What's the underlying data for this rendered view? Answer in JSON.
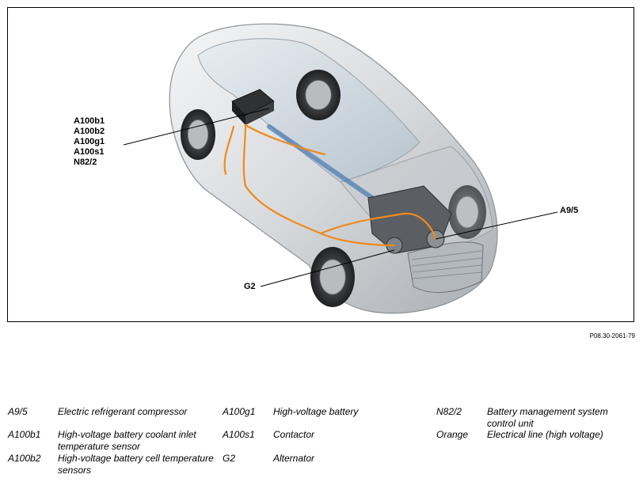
{
  "callouts": {
    "group": [
      "A100b1",
      "A100b2",
      "A100g1",
      "A100s1",
      "N82/2"
    ],
    "a95": "A9/5",
    "g2": "G2"
  },
  "reference_code": "P08.30-2061-79",
  "legend": [
    {
      "code": "A9/5",
      "desc": "Electric refrigerant compressor"
    },
    {
      "code": "A100b1",
      "desc": "High-voltage battery coolant inlet temperature sensor"
    },
    {
      "code": "A100b2",
      "desc": "High-voltage battery cell temperature sensors"
    },
    {
      "code": "A100g1",
      "desc": "High-voltage battery"
    },
    {
      "code": "A100s1",
      "desc": "Contactor"
    },
    {
      "code": "G2",
      "desc": "Alternator"
    },
    {
      "code": "N82/2",
      "desc": "Battery management system control unit"
    },
    {
      "code": "Orange",
      "desc": "Electrical line (high voltage)"
    }
  ],
  "colors": {
    "high_voltage_line": "#f08a1c",
    "car_body": "#d9dcdf",
    "battery": "#3a3a3a"
  }
}
